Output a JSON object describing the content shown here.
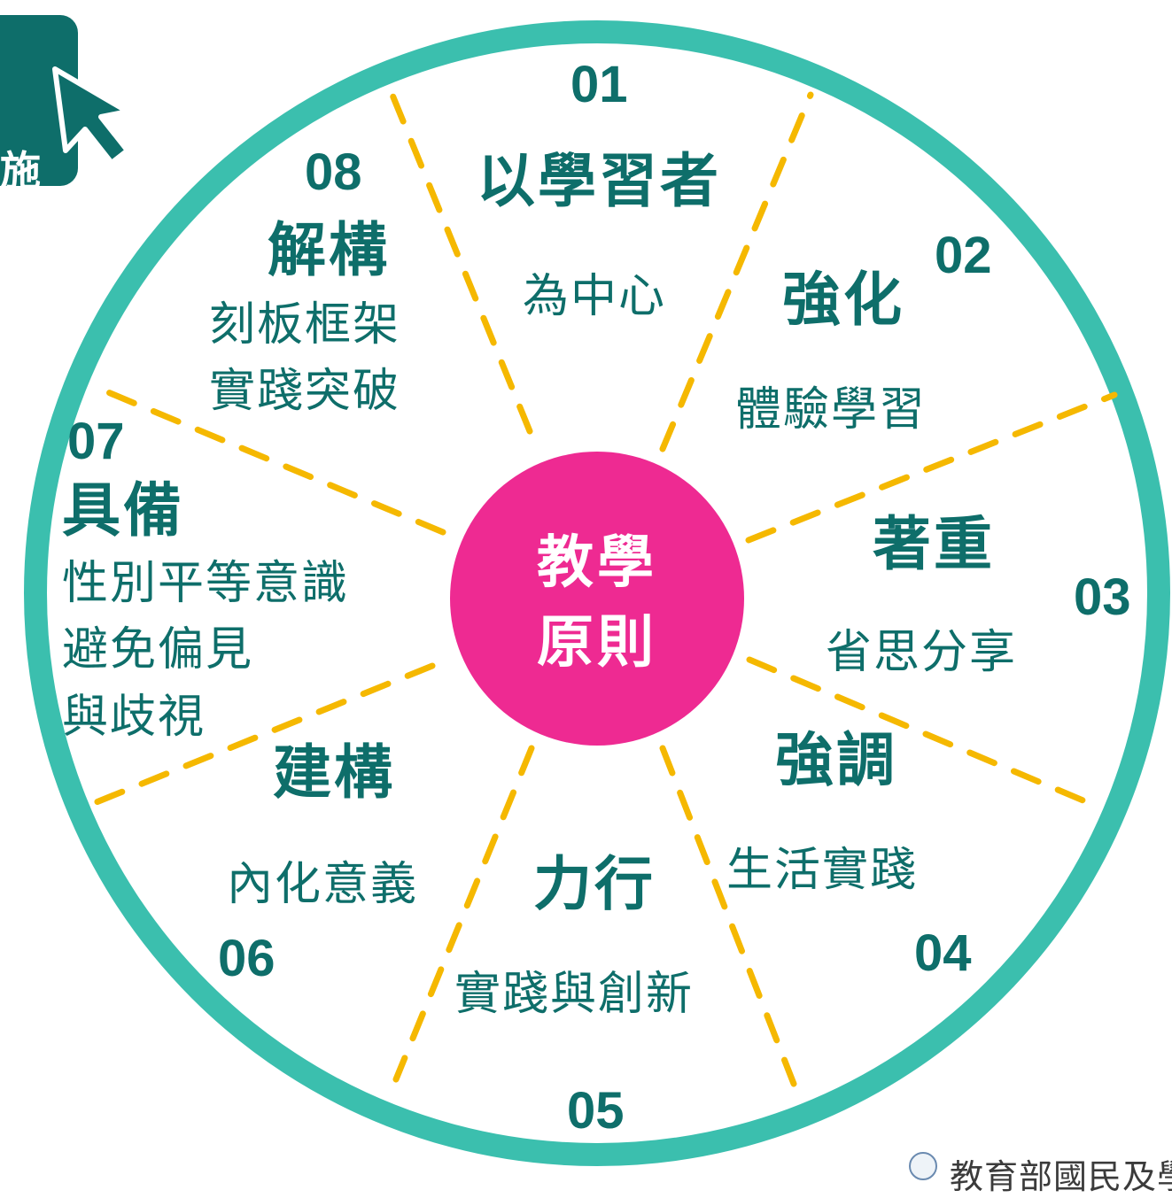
{
  "colors": {
    "ring": "#3bbfae",
    "divider": "#f5b800",
    "center": "#ee2a92",
    "text_dark": "#0e6e6a",
    "tab": "#0e6e6a"
  },
  "tab": {
    "label": "施",
    "icon": "cursor-arrow-icon"
  },
  "center": {
    "line1": "教學",
    "line2": "原則"
  },
  "segments": [
    {
      "number": "01",
      "heading": "以學習者",
      "sub": [
        "為中心"
      ]
    },
    {
      "number": "02",
      "heading": "強化",
      "sub": [
        "體驗學習"
      ]
    },
    {
      "number": "03",
      "heading": "著重",
      "sub": [
        "省思分享"
      ]
    },
    {
      "number": "04",
      "heading": "強調",
      "sub": [
        "生活實踐"
      ]
    },
    {
      "number": "05",
      "heading": "力行",
      "sub": [
        "實踐與創新"
      ]
    },
    {
      "number": "06",
      "heading": "建構",
      "sub": [
        "內化意義"
      ]
    },
    {
      "number": "07",
      "heading": "具備",
      "sub": [
        "性別平等意識",
        "避免偏見",
        "與歧視"
      ]
    },
    {
      "number": "08",
      "heading": "解構",
      "sub": [
        "刻板框架",
        "實踐突破"
      ]
    }
  ],
  "footer": {
    "text": "教育部國民及學"
  }
}
